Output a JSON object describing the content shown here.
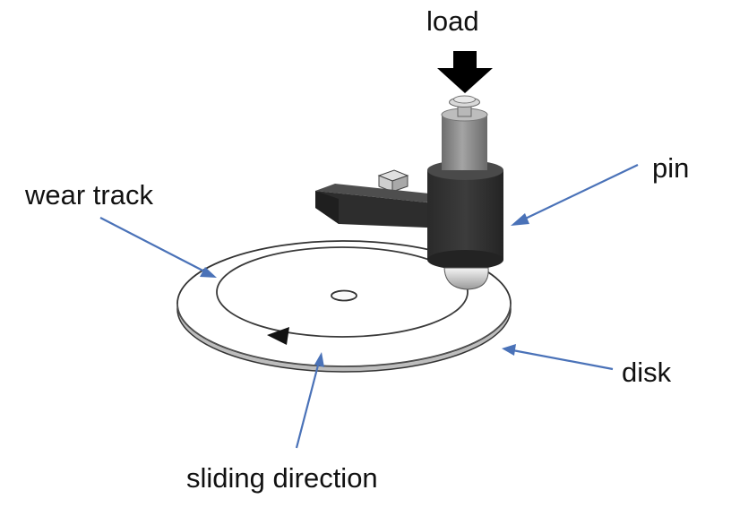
{
  "labels": {
    "load": "load",
    "pin": "pin",
    "wear_track": "wear track",
    "disk": "disk",
    "sliding_direction": "sliding direction"
  },
  "colors": {
    "pointer_arrows": "#4a72b8",
    "load_arrow": "#000000",
    "holder": "#2b2b2b",
    "pin_body": "#8a8a8a",
    "disk_outline": "#333333"
  }
}
